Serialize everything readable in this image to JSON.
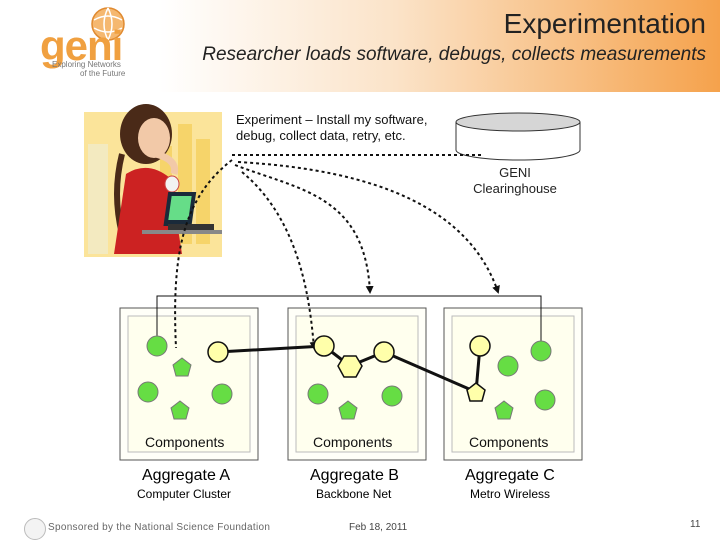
{
  "slide": {
    "title": "Experimentation",
    "subtitle": "Researcher loads software, debugs, collects measurements",
    "footer": {
      "sponsor": "Sponsored by the National Science Foundation",
      "date": "Feb 18, 2011",
      "page": "11"
    }
  },
  "logo": {
    "word": "geni",
    "tagline_1": "Exploring Networks",
    "tagline_2": "of the Future"
  },
  "experiment": {
    "line1": "Experiment – Install my software,",
    "line2": "debug, collect data, retry, etc."
  },
  "clearinghouse": {
    "line1": "GENI",
    "line2": "Clearinghouse"
  },
  "aggregates": [
    {
      "components_label": "Components",
      "name": "Aggregate A",
      "type": "Computer Cluster"
    },
    {
      "components_label": "Components",
      "name": "Aggregate B",
      "type": "Backbone Net"
    },
    {
      "components_label": "Components",
      "name": "Aggregate C",
      "type": "Metro Wireless"
    }
  ],
  "colors": {
    "accent": "#f0a040",
    "node_green": "#66dd44",
    "node_yellow": "#ffffaa",
    "box_fill": "#fffff0"
  }
}
